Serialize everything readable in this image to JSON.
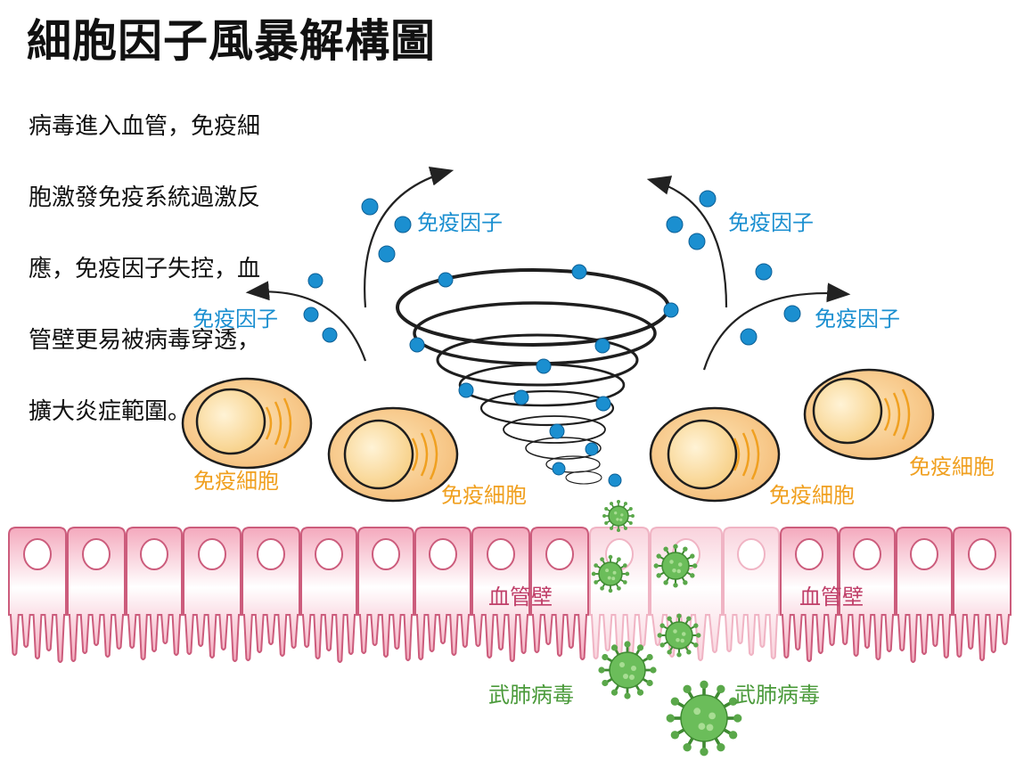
{
  "title": "細胞因子風暴解構圖",
  "description": "病毒進入血管，免疫細胞激發免疫系統過激反應，免疫因子失控，血管壁更易被病毒穿透，擴大炎症範圍。",
  "description_lines": [
    "病毒進入血管，免疫細",
    "胞激發免疫系統過激反",
    "應，免疫因子失控，血",
    "管壁更易被病毒穿透，",
    "擴大炎症範圍。"
  ],
  "labels": {
    "immune_factor": "免疫因子",
    "immune_cell": "免疫細胞",
    "vessel_wall": "血管壁",
    "virus": "武肺病毒"
  },
  "colors": {
    "factor_blue": "#1b8fd0",
    "cell_orange": "#f0a020",
    "wall_pink": "#e98fa6",
    "virus_green": "#4a9a3a"
  }
}
